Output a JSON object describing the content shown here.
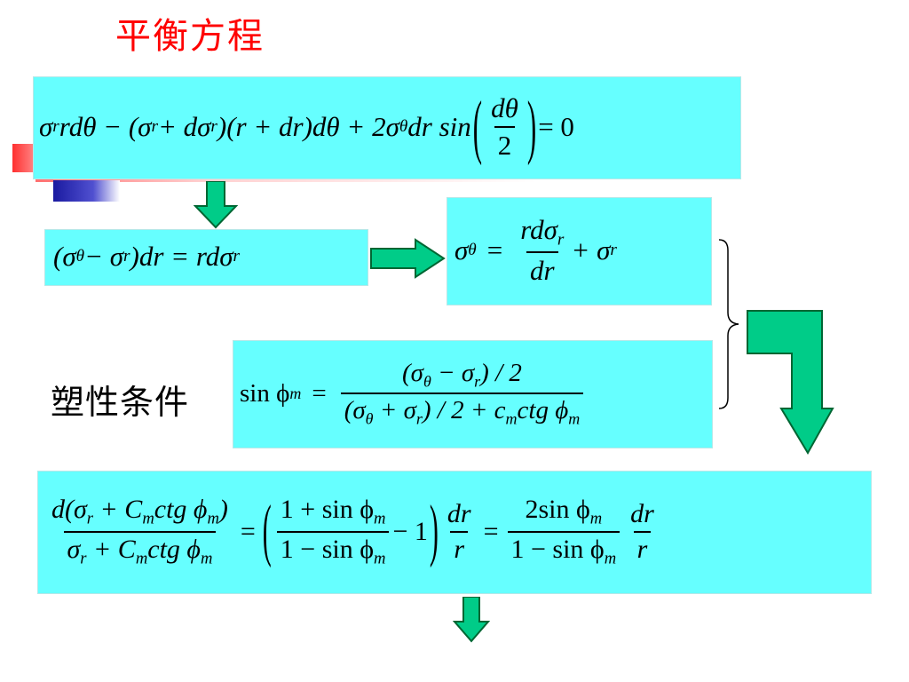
{
  "slide": {
    "title": "平衡方程",
    "plastic_condition_label": "塑性条件"
  },
  "colors": {
    "title": "#ff0000",
    "equation_box": "#66ffff",
    "arrow_fill": "#00cc88",
    "arrow_stroke": "#006633"
  },
  "icons": [
    "arrow-down-icon",
    "arrow-right-icon",
    "bent-arrow-icon",
    "curly-brace-icon"
  ],
  "equations": {
    "eq1": {
      "t_term1_sigma": "σ",
      "t_term1_sub": "r",
      "t_term1_rest": "rdθ − (",
      "t_s2": "σ",
      "t_s2_sub": "r",
      "t_plus_d": " + dσ",
      "t_s3_sub": "r",
      "t_mid": ")(r + dr)dθ + 2σ",
      "t_theta_sub": "θ",
      "t_dr_sin": "dr sin",
      "t_frac_num": "dθ",
      "t_frac_den": "2",
      "t_eq_zero": "= 0"
    },
    "eq2": {
      "open": "(σ",
      "sub_theta": "θ",
      "minus": " − σ",
      "sub_r": "r",
      "close_dr": ")dr = rdσ",
      "sub_r2": "r"
    },
    "eq3": {
      "lhs": "σ",
      "lhs_sub": "θ",
      "equals": "=",
      "num": "rdσ",
      "num_sub": "r",
      "den": "dr",
      "plus": "+ σ",
      "plus_sub": "r"
    },
    "eq4": {
      "lhs": "sin ϕ",
      "lhs_sub": "m",
      "equals": "=",
      "num_open": "(σ",
      "num_sub_theta": "θ",
      "num_minus": " − σ",
      "num_sub_r": "r",
      "num_close": ") / 2",
      "den_open": "(σ",
      "den_sub_theta": "θ",
      "den_plus": " + σ",
      "den_sub_r": "r",
      "den_mid": ") / 2 + c",
      "den_sub_m": "m",
      "den_ctg": "ctg ϕ",
      "den_sub_m2": "m"
    },
    "eq5": {
      "f1_num_a": "d(σ",
      "f1_num_sub_r": "r",
      "f1_num_b": " + C",
      "f1_num_sub_m": "m",
      "f1_num_c": "ctg ϕ",
      "f1_num_sub_m2": "m",
      "f1_num_d": ")",
      "f1_den_a": "σ",
      "f1_den_sub_r": "r",
      "f1_den_b": " + C",
      "f1_den_sub_m": "m",
      "f1_den_c": "ctg ϕ",
      "f1_den_sub_m2": "m",
      "eq_a": "=",
      "f2_num_a": "1 + sin ϕ",
      "f2_num_sub": "m",
      "f2_den_a": "1 − sin ϕ",
      "f2_den_sub": "m",
      "minus_one": "− 1",
      "f3_num": "dr",
      "f3_den": "r",
      "eq_b": "=",
      "f4_num_a": "2sin ϕ",
      "f4_num_sub": "m",
      "f4_den_a": "1 − sin ϕ",
      "f4_den_sub": "m",
      "f5_num": "dr",
      "f5_den": "r"
    }
  }
}
